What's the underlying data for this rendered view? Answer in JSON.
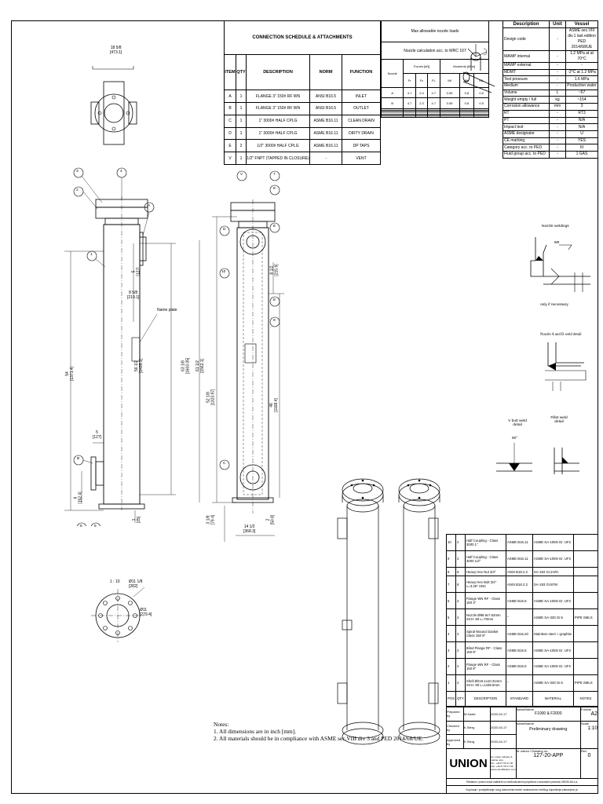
{
  "connection_schedule": {
    "title": "CONNECTION SCHEDULE & ATTACHMENTS",
    "headers": [
      "ITEM",
      "QTY",
      "DESCRIPTION",
      "NORM",
      "FUNCTION"
    ],
    "rows": [
      [
        "A",
        "1",
        "FLANGE 3\" 150# RF WN",
        "ANSI B16.5",
        "INLET"
      ],
      [
        "B",
        "1",
        "FLANGE 3\" 150# RF WN",
        "ANSI B16.5",
        "OUTLET"
      ],
      [
        "C",
        "1",
        "1\" 3000# HALF CPLG",
        "ASME B16.11",
        "CLEAN DRAIN"
      ],
      [
        "D",
        "1",
        "1\" 3000# HALF CPLG",
        "ASME B16.11",
        "DIRTY DRAIN"
      ],
      [
        "E",
        "2",
        "1/2\" 3000# HALF CPLG",
        "ASME B16.11",
        "DP TAPS"
      ],
      [
        "V",
        "1",
        "1/2\" FNPT (TAPPED IN CLOSURE)",
        "-",
        "VENT"
      ]
    ]
  },
  "nozzle_loads": {
    "title": "Max allowable nozzle loads",
    "subtitle": "Nozzle calculation acc. to WRC 107",
    "col_nozzle": "Nozzle",
    "group_forces": "Forces [kN]",
    "group_moments": "Moments [kNm]",
    "sub_headers": [
      "Fr",
      "Fc",
      "FL",
      "Mt",
      "Mc",
      "ML"
    ],
    "rows": [
      [
        "A",
        "4.7",
        "2.3",
        "4.7",
        "0.55",
        "0.8",
        "0.5"
      ],
      [
        "B",
        "4.7",
        "2.3",
        "4.7",
        "0.55",
        "0.8",
        "0.5"
      ]
    ]
  },
  "design_table": {
    "headers": [
      "Description",
      "Unit",
      "Vessel"
    ],
    "rows": [
      [
        "Design code",
        "-",
        "ASME sec.VIII div.1 last edition PED 2014/68/UE"
      ],
      [
        "MAWP internal",
        "-",
        "1.2 MPa at at 70°C"
      ],
      [
        "MAWP external",
        "-",
        "-"
      ],
      [
        "MDMT",
        "-",
        "-2°C at 1.2 MPa"
      ],
      [
        "Test pressure",
        "-",
        "1.6 MPa"
      ],
      [
        "Medium",
        "-",
        "Production water"
      ],
      [
        "Volume",
        "L",
        "~57"
      ],
      [
        "Weight empty / full",
        "kg",
        "~154"
      ],
      [
        "Corrosion allowance",
        "mm",
        "3"
      ],
      [
        "RT",
        "-",
        "RT3"
      ],
      [
        "PT",
        "-",
        "N/A"
      ],
      [
        "Impact test",
        "-",
        "N/A"
      ],
      [
        "ASME designator",
        "-",
        "U"
      ],
      [
        "CE marking",
        "-",
        "YES"
      ],
      [
        "Category acc. to PED",
        "-",
        "III"
      ],
      [
        "Fluid group acc. to PED",
        "-",
        "1 GAS"
      ]
    ]
  },
  "weld_details": {
    "nozzle_weldings": "Nozzle weldings",
    "wn": "wn",
    "only_if": "only if necessary",
    "ab_detail": "Nozzle A and B weld detail",
    "v_butt": "V butt weld detail",
    "fillet": "Fillet weld detail",
    "angle": "60°"
  },
  "dimensions": {
    "top_width": "18 5/8\n[473.1]",
    "overall": "54\n[1371.4]",
    "shell_left": "56 1/2\n[1435.1]",
    "upper_left": "8 5/8\n[219.1]",
    "bottom_left": "5\n[127]",
    "nozzle_low": "6\n[152.4]",
    "base_left": "1\n[25]",
    "h_total_mid": "63 1/8\n[1603.05]",
    "h_mid2": "61 1/2\n[1562.1]",
    "h_mid3": "52 1/8\n[1323.97]",
    "right_shell": "46\n[1168.4]",
    "right_top": "8 1/2\n[215.9]",
    "base_w": "14 1/2\n[368.3]",
    "base_h_right": "2\n[50.8]",
    "base_h_left": "3 1/8\n[79.4]",
    "top_flange": "5\n[127]",
    "flange_od": "Ø11 1/8\n[282]",
    "flange_bc": "Ø11\n[279.4]",
    "scale_note": "1 : 10",
    "name_plate": "Name plate"
  },
  "callouts": {
    "left": [
      "3",
      "4",
      "2",
      "A",
      "1",
      "B",
      "6",
      "5"
    ],
    "middle": [
      "V",
      "7",
      "8",
      "D",
      "E",
      "10",
      "E",
      "9",
      "C"
    ]
  },
  "notes": {
    "title": "Notes:",
    "lines": [
      "1. All dimensions are in inch [mm].",
      "2. All materials should be in compliance with ASME sec.VIII div 3 and PED 2014/68/UE."
    ]
  },
  "bom": {
    "rows": [
      [
        "10",
        "2",
        "Half Coupling - Class 3000 1\"",
        "ASME B16.11",
        "ASME SA-105N Gr. UF2",
        ""
      ],
      [
        "9",
        "2",
        "Half Coupling - Class 3000 1/2\"",
        "ASME B16.11",
        "ASME SA-105N Gr. UF2",
        ""
      ],
      [
        "8",
        "8",
        "Heavy Hex Nut 3/4\"",
        "ANSI B18.2.2",
        "SA-194 Gr.2H/H",
        ""
      ],
      [
        "7",
        "8",
        "Heavy Hex Bolt 3/4\" L=3.25\" UNC",
        "ANSI B18.2.2",
        "SA-193 Gr.B7M",
        ""
      ],
      [
        "6",
        "2",
        "Flange WN RF - Class 150 3\"",
        "ASME B16.5",
        "ASME SA-105N Gr. UF2",
        ""
      ],
      [
        "5",
        "2",
        "Nozzle Ø88.9x7.62mm SCH. 80 L=70mm",
        "\"",
        "ASME SA-333 Gr.6",
        "PIPE SMLS"
      ],
      [
        "4",
        "2",
        "Spiral Wound Gasket Class 150 8\"",
        "ASME B16.20",
        "Stainless steel + graphite",
        ""
      ],
      [
        "3",
        "2",
        "Blind Flange RF - Class 150 8\"",
        "ASME B16.5",
        "ASME SA-105N Gr. UF2",
        ""
      ],
      [
        "2",
        "2",
        "Flange WN RF - Class 150 8\"",
        "ASME B16.5",
        "ASME SA-105N Gr. UF2",
        ""
      ],
      [
        "1",
        "2",
        "Shell Ø219.1x10.31mm SCH. 80 L=1438.5mm",
        "\"",
        "ASME SA-333 Gr.6",
        "PIPE SMLS"
      ]
    ],
    "footer": [
      "POS",
      "QTY",
      "DESCRIPTION",
      "STANDARD",
      "MATERIAL",
      "NOTES"
    ]
  },
  "title_block": {
    "prepared": "Prepared by",
    "checked": "Checked by",
    "approved": "Approved by",
    "p_name": "M.Kaste",
    "c_name": "K.Sterg",
    "a_name": "K.Sterg",
    "p_date": "2020-04-17",
    "c_date": "2020-04-17",
    "a_date": "2020-04-17",
    "item_label": "Name/Name",
    "item_value": "F1000 & F2000",
    "size_label": "Format",
    "size": "A2",
    "title_label": "Name/Name",
    "title_value": "Preliminary drawing",
    "scale_label": "Scale",
    "scale": "1:10",
    "logo": "UNION",
    "address": "Ac. power industry & marine corp.\nTel.: +46 8 779 17 00\nFax: +46 8 779 17 09\nwww.unionfiltration.com",
    "dwg_label": "Nr crteza / Drawing no.",
    "dwg": "127-20-APP",
    "rev_label": "Rev.",
    "rev": "0",
    "copyright_1": "Reklama i pravni znaci zaštiteni su međunarodnim propisima o autorskim pravima UNION Ab s.a.",
    "copyright_2": "Kopiranje i prosljeđivanje ovog dokumenta trećim osobama bez izričitog dopuštenja zabranjeno je."
  }
}
